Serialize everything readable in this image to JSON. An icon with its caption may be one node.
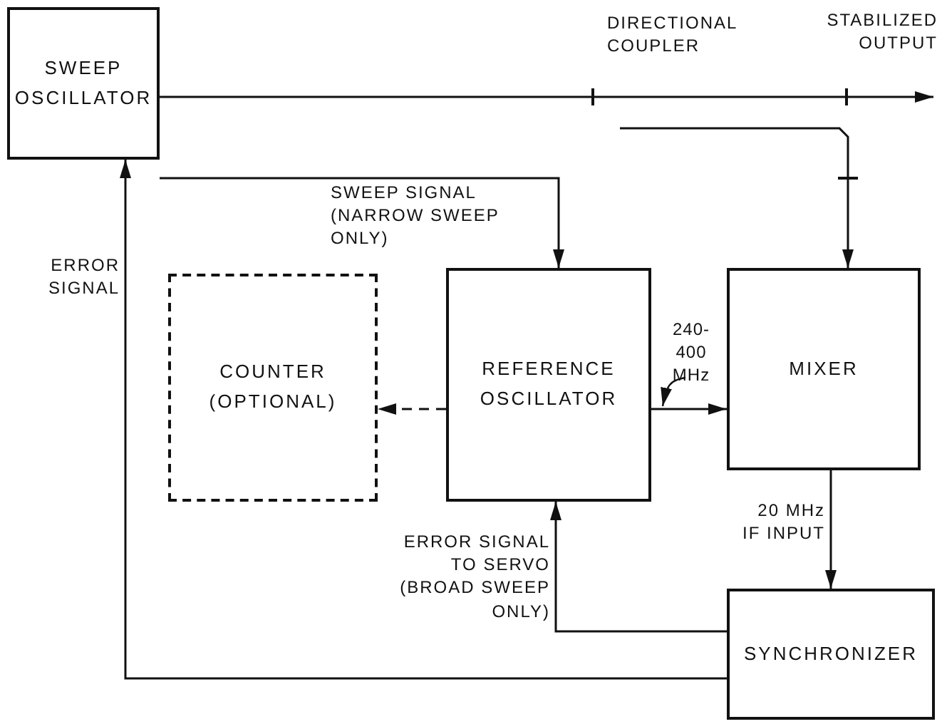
{
  "diagram": {
    "nodes": [
      {
        "text": [
          "SWEEP OSCILLATOR"
        ]
      },
      {
        "text": [
          "COUNTER (OPTIONAL)"
        ]
      },
      {
        "text": [
          "REFERENCE OSCILLATOR"
        ]
      },
      {
        "text": [
          "MIXER"
        ]
      },
      {
        "text": [
          "SYNCHRONIZER"
        ]
      },
      {
        "text": [
          "240-400 MHz"
        ]
      }
    ],
    "edges": [
      {
        "from": 0,
        "to": null,
        "arrow": "to"
      },
      {
        "from": null,
        "to": 3,
        "arrow": "to"
      },
      {
        "from": 0,
        "to": 2,
        "arrow": "to",
        "label": "SWEEP SIGNAL (NARROW SWEEP ONLY)"
      },
      {
        "from": 2,
        "to": 1,
        "arrow": "to",
        "style": "dashed"
      },
      {
        "from": 2,
        "to": 3,
        "arrow": "to"
      },
      {
        "from": 3,
        "to": 4,
        "arrow": "to",
        "label": "20 MHz IF INPUT"
      },
      {
        "from": 4,
        "to": 2,
        "arrow": "to",
        "label": "ERROR SIGNAL TO SERVO (BROAD SWEEP ONLY)"
      },
      {
        "from": 4,
        "to": 0,
        "arrow": "to",
        "label": "ERROR SIGNAL"
      },
      {
        "from": 5,
        "to": null,
        "arrow": "to"
      }
    ],
    "labels": [
      "DIRECTIONAL COUPLER",
      "STABILIZED OUTPUT"
    ]
  }
}
